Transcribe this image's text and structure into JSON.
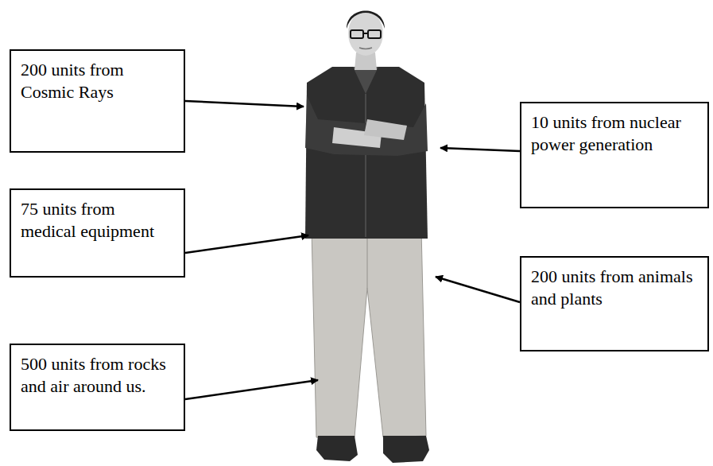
{
  "diagram": {
    "nodes": [
      {
        "text": [
          "200 units from Cosmic Rays"
        ]
      },
      {
        "text": [
          "10 units from nuclear power generation"
        ]
      },
      {
        "text": [
          "75 units from medical equipment"
        ]
      },
      {
        "text": [
          "200 units from animals and plants"
        ]
      },
      {
        "text": [
          "500 units from rocks and air around us."
        ]
      }
    ]
  }
}
